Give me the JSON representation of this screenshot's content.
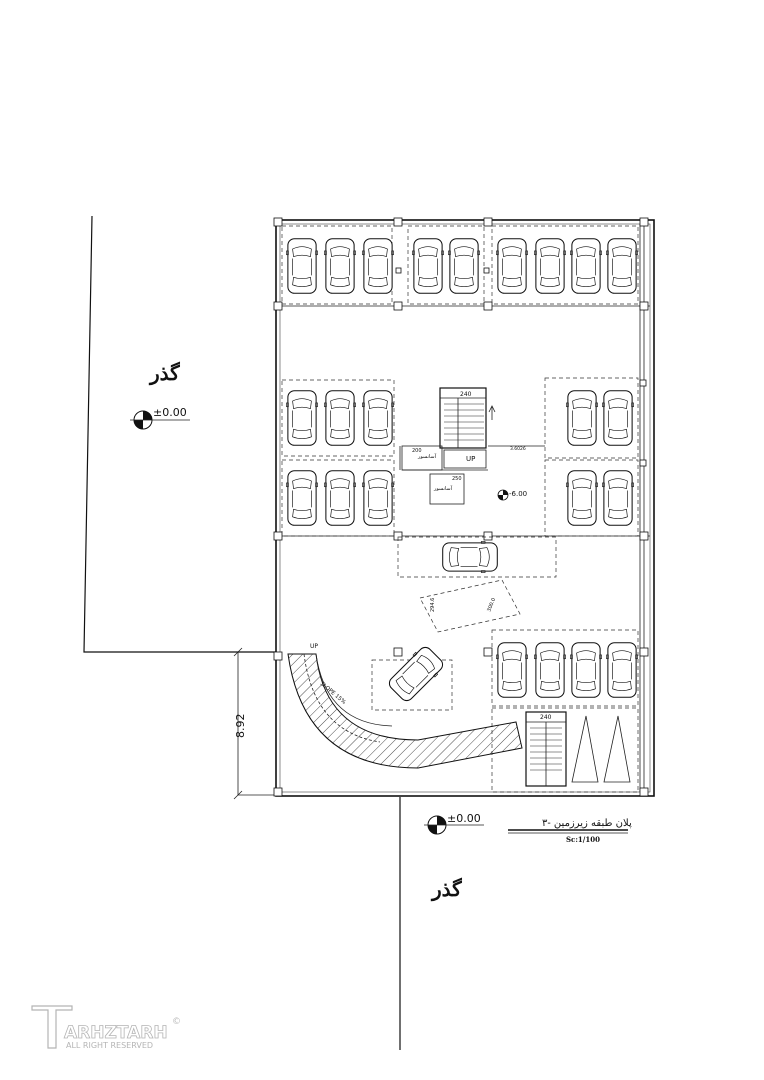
{
  "street_label_top": "گذر",
  "street_label_bottom": "گذر",
  "level_top": "±0.00",
  "level_bottom": "±0.00",
  "level_floor": "-6.00",
  "dimension_side": "8.92",
  "ramp_up_label": "UP",
  "stair_up_label": "UP",
  "ramp_text": "SLOPE 15%",
  "stair_width_1": "240",
  "stair_width_2": "240",
  "elevator_1": "آسانسور",
  "elevator_2": "آسانسور",
  "dim_200": "200",
  "dim_250": "250",
  "dim_mid": "3.6026",
  "ramp_dim_1": "294.6",
  "ramp_dim_2": "300.0",
  "plan_title": "پلان طبقه زیرزمین -۳",
  "plan_scale": "Sc:1/100",
  "watermark_brand": "ARHZTARH",
  "watermark_rights": "ALL RIGHT RESERVED",
  "watermark_mark": "©"
}
